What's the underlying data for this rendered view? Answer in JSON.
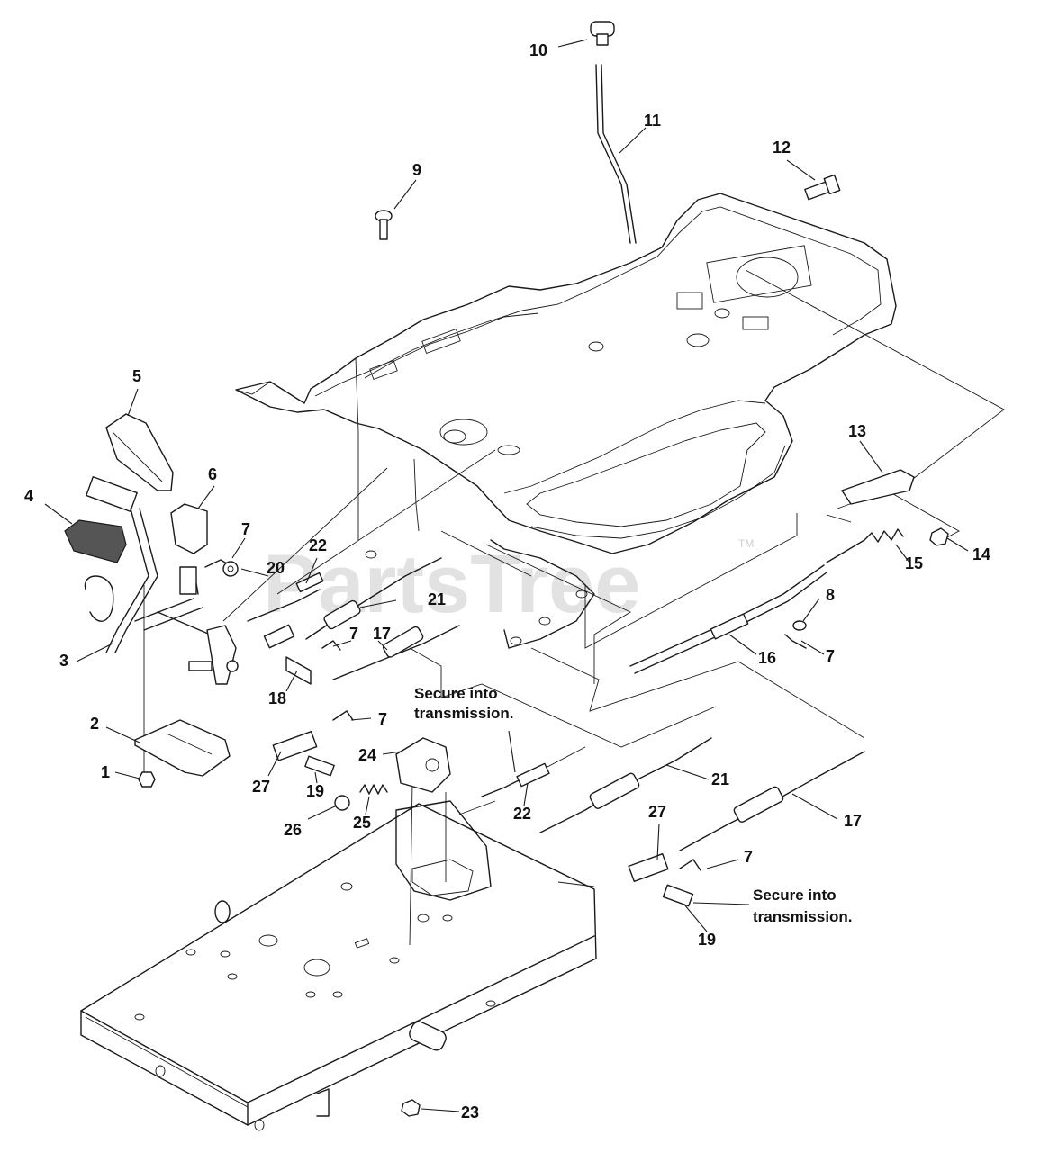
{
  "watermark": {
    "text": "PartsTree",
    "trademark": "TM"
  },
  "notes": [
    {
      "id": "note-upper",
      "lines": [
        "Secure into",
        "transmission."
      ]
    },
    {
      "id": "note-lower",
      "lines": [
        "Secure into",
        "transmission."
      ]
    }
  ],
  "callouts": [
    {
      "id": "c10",
      "label": "10"
    },
    {
      "id": "c11",
      "label": "11"
    },
    {
      "id": "c12",
      "label": "12"
    },
    {
      "id": "c9",
      "label": "9"
    },
    {
      "id": "c5",
      "label": "5"
    },
    {
      "id": "c6",
      "label": "6"
    },
    {
      "id": "c4",
      "label": "4"
    },
    {
      "id": "c7a",
      "label": "7"
    },
    {
      "id": "c20",
      "label": "20"
    },
    {
      "id": "c22a",
      "label": "22"
    },
    {
      "id": "c21a",
      "label": "21"
    },
    {
      "id": "c7b",
      "label": "7"
    },
    {
      "id": "c17a",
      "label": "17"
    },
    {
      "id": "c3",
      "label": "3"
    },
    {
      "id": "c18",
      "label": "18"
    },
    {
      "id": "c2",
      "label": "2"
    },
    {
      "id": "c1",
      "label": "1"
    },
    {
      "id": "c7c",
      "label": "7"
    },
    {
      "id": "c24",
      "label": "24"
    },
    {
      "id": "c27a",
      "label": "27"
    },
    {
      "id": "c19a",
      "label": "19"
    },
    {
      "id": "c26",
      "label": "26"
    },
    {
      "id": "c25",
      "label": "25"
    },
    {
      "id": "c22b",
      "label": "22"
    },
    {
      "id": "c21b",
      "label": "21"
    },
    {
      "id": "c17b",
      "label": "17"
    },
    {
      "id": "c27b",
      "label": "27"
    },
    {
      "id": "c7d",
      "label": "7"
    },
    {
      "id": "c19b",
      "label": "19"
    },
    {
      "id": "c13",
      "label": "13"
    },
    {
      "id": "c14",
      "label": "14"
    },
    {
      "id": "c15",
      "label": "15"
    },
    {
      "id": "c8",
      "label": "8"
    },
    {
      "id": "c16",
      "label": "16"
    },
    {
      "id": "c7e",
      "label": "7"
    },
    {
      "id": "c23",
      "label": "23"
    }
  ]
}
